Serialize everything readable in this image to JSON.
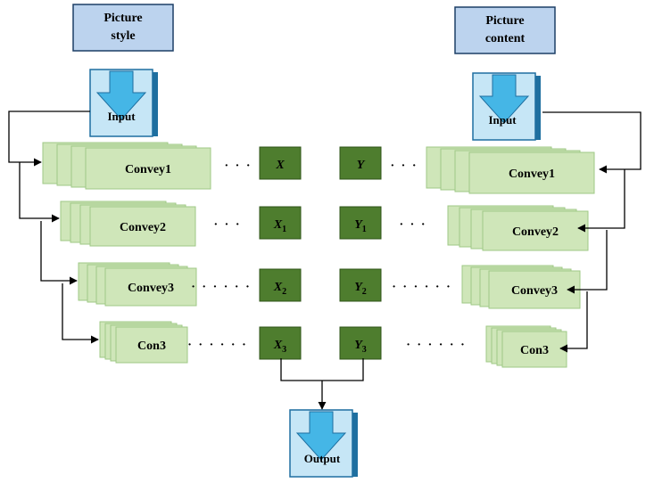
{
  "sources": {
    "style_label": [
      "Picture",
      "style"
    ],
    "content_label": [
      "Picture",
      "content"
    ]
  },
  "io": {
    "input_left": "Input",
    "input_right": "Input",
    "output": "Output"
  },
  "layers": {
    "left": [
      "Convey1",
      "Convey2",
      "Convey3",
      "Con3"
    ],
    "right": [
      "Convey1",
      "Convey2",
      "Convey3",
      "Con3"
    ]
  },
  "features": {
    "x": [
      {
        "base": "X",
        "sub": ""
      },
      {
        "base": "X",
        "sub": "1"
      },
      {
        "base": "X",
        "sub": "2"
      },
      {
        "base": "X",
        "sub": "3"
      }
    ],
    "y": [
      {
        "base": "Y",
        "sub": ""
      },
      {
        "base": "Y",
        "sub": "1"
      },
      {
        "base": "Y",
        "sub": "2"
      },
      {
        "base": "Y",
        "sub": "3"
      }
    ]
  },
  "ellipses": {
    "left": [
      "· · ·",
      "· · ·",
      "· · · · · ·",
      "· · · · · ·"
    ],
    "right": [
      "· · ·",
      "· · ·",
      "· · · · · ·",
      "· · · · · ·"
    ]
  },
  "colors": {
    "source_fill": "#bcd3ee",
    "stack_fill": "#cfe6b9",
    "stack_stroke": "#9fc886",
    "feature_fill": "#4e7d2e",
    "arrow_fill": "#45b6e6",
    "arrow_box": "#c6e6f6",
    "arrow_side": "#1e6fa0"
  }
}
